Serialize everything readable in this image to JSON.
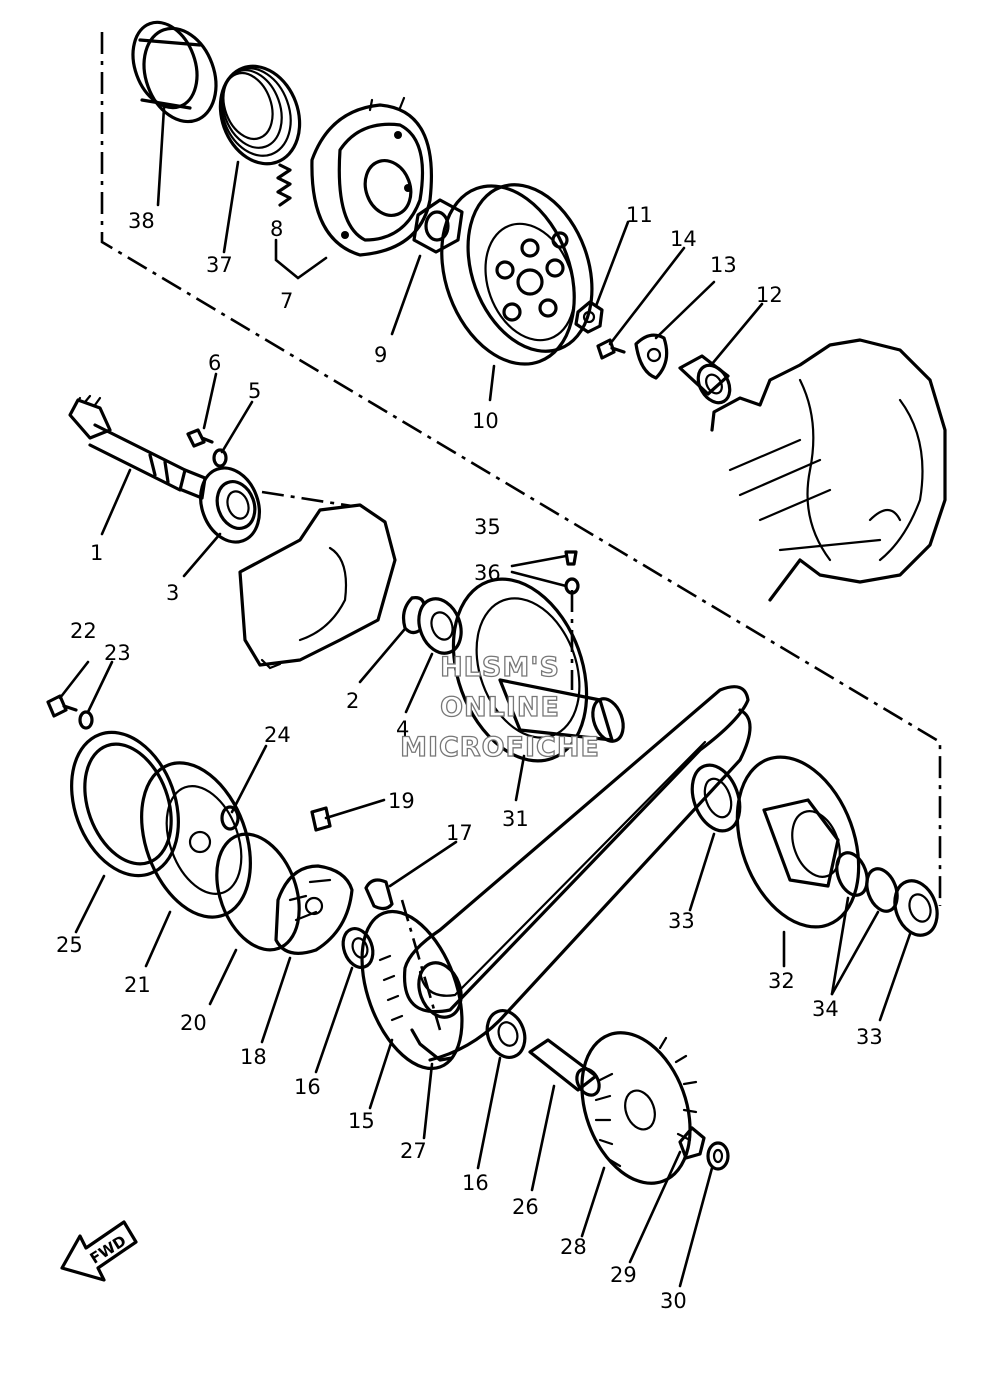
{
  "callouts": {
    "c1": "1",
    "c2": "2",
    "c3": "3",
    "c4": "4",
    "c5": "5",
    "c6": "6",
    "c7": "7",
    "c8": "8",
    "c9": "9",
    "c10": "10",
    "c11": "11",
    "c12": "12",
    "c13": "13",
    "c14": "14",
    "c15": "15",
    "c16a": "16",
    "c16b": "16",
    "c17": "17",
    "c18": "18",
    "c19": "19",
    "c20": "20",
    "c21": "21",
    "c22": "22",
    "c23": "23",
    "c24": "24",
    "c25": "25",
    "c26": "26",
    "c27": "27",
    "c28": "28",
    "c29": "29",
    "c30": "30",
    "c31": "31",
    "c32": "32",
    "c33a": "33",
    "c33b": "33",
    "c34": "34",
    "c35": "35",
    "c36": "36",
    "c37": "37",
    "c38": "38"
  },
  "watermark": {
    "line1": "HLSM'S",
    "line2": "ONLINE",
    "line3": "MICROFICHE"
  },
  "direction_arrow": {
    "label": "FWD"
  }
}
